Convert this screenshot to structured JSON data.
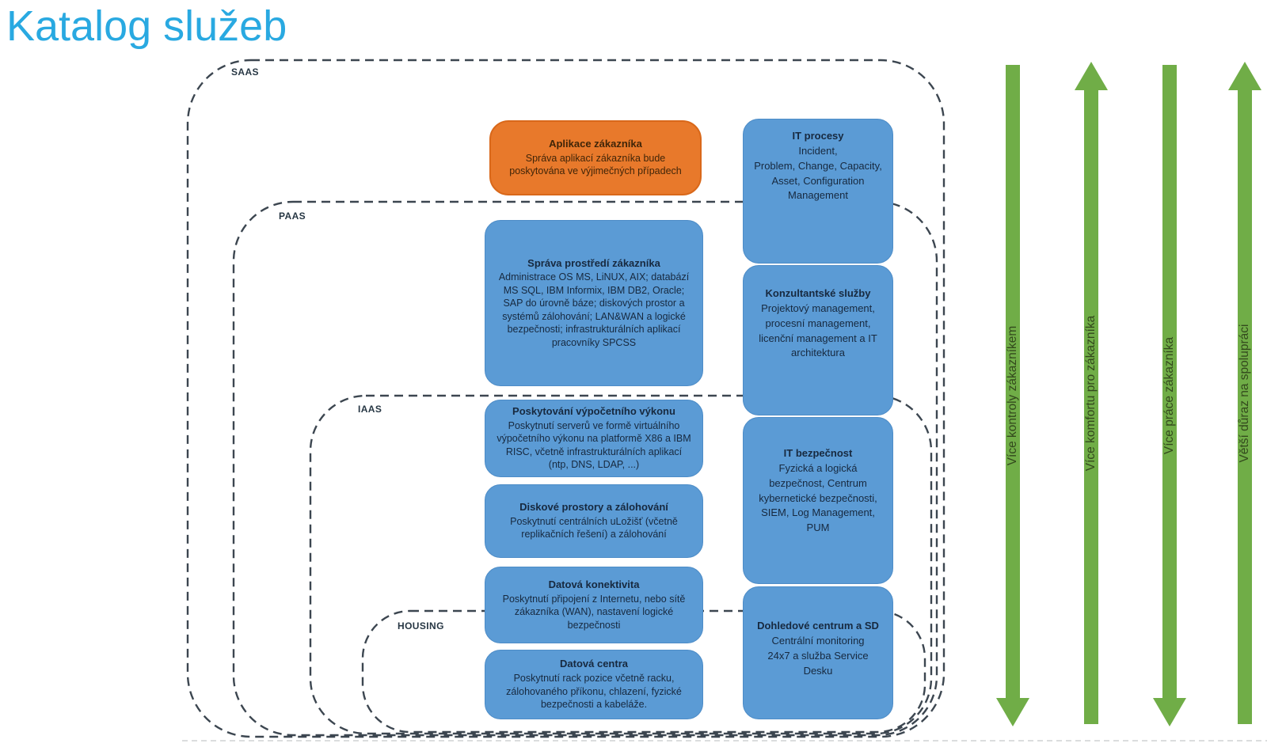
{
  "title": "Katalog služeb",
  "layers": [
    {
      "id": "saas",
      "label": "SAAS"
    },
    {
      "id": "paas",
      "label": "PAAS"
    },
    {
      "id": "iaas",
      "label": "IAAS"
    },
    {
      "id": "housing",
      "label": "HOUSING"
    }
  ],
  "center_boxes": [
    {
      "type": "orange",
      "title": "Aplikace zákazníka",
      "body": "Správa aplikací zákazníka bude poskytována ve výjimečných případech"
    },
    {
      "type": "blue",
      "title": "Správa prostředí zákazníka",
      "body": "Administrace OS MS, LiNUX, AIX; databází MS SQL, IBM Informix, IBM DB2, Oracle; SAP do úrovně báze; diskových prostor a systémů zálohování; LAN&WAN a logické bezpečnosti; infrastrukturálních aplikací pracovníky SPCSS"
    },
    {
      "type": "blue",
      "title": "Poskytování výpočetního výkonu",
      "body": "Poskytnutí serverů  ve formě virtuálního výpočetního výkonu na platformě X86 a IBM RISC, včetně infrastrukturálních aplikací (ntp, DNS, LDAP, ...)"
    },
    {
      "type": "blue",
      "title": "Diskové prostory a zálohování",
      "body": "Poskytnutí centrálních uLožišť (včetně replikačních řešení) a zálohování"
    },
    {
      "type": "blue",
      "title": "Datová konektivita",
      "body": "Poskytnutí připojení z Internetu, nebo sítě zákazníka (WAN), nastavení logické bezpečnosti"
    },
    {
      "type": "blue",
      "title": "Datová centra",
      "body": "Poskytnutí rack pozice včetně racku, zálohovaného příkonu, chlazení, fyzické bezpečnosti a kabeláže."
    }
  ],
  "right_boxes": [
    {
      "title": "IT procesy",
      "body": "Incident,\nProblem, Change, Capacity,\nAsset, Configuration\nManagement"
    },
    {
      "title": "Konzultantské služby",
      "body": "Projektový management,\nprocesní management,\nlicenční management a IT\narchitektura"
    },
    {
      "title": "IT bezpečnost",
      "body": "Fyzická a logická\nbezpečnost, Centrum\nkybernetické bezpečnosti,\nSIEM, Log Management,\nPUM"
    },
    {
      "title": "Dohledové centrum a SD",
      "body": "Centrální monitoring\n24x7 a služba Service\nDesku"
    }
  ],
  "arrows": [
    {
      "label": "Více kontroly zákazníkem",
      "direction": "down"
    },
    {
      "label": "Více komfortu pro zákazníka",
      "direction": "up"
    },
    {
      "label": "Více práce zákazníka",
      "direction": "down"
    },
    {
      "label": "Větší důraz na spolupráci",
      "direction": "up"
    }
  ],
  "colors": {
    "title_blue": "#29a9e1",
    "box_blue": "#5b9bd5",
    "box_orange": "#e8792b",
    "arrow_green": "#70ad47",
    "outline_dark": "#3c4650",
    "baseline_gray": "#cfd2d4"
  }
}
